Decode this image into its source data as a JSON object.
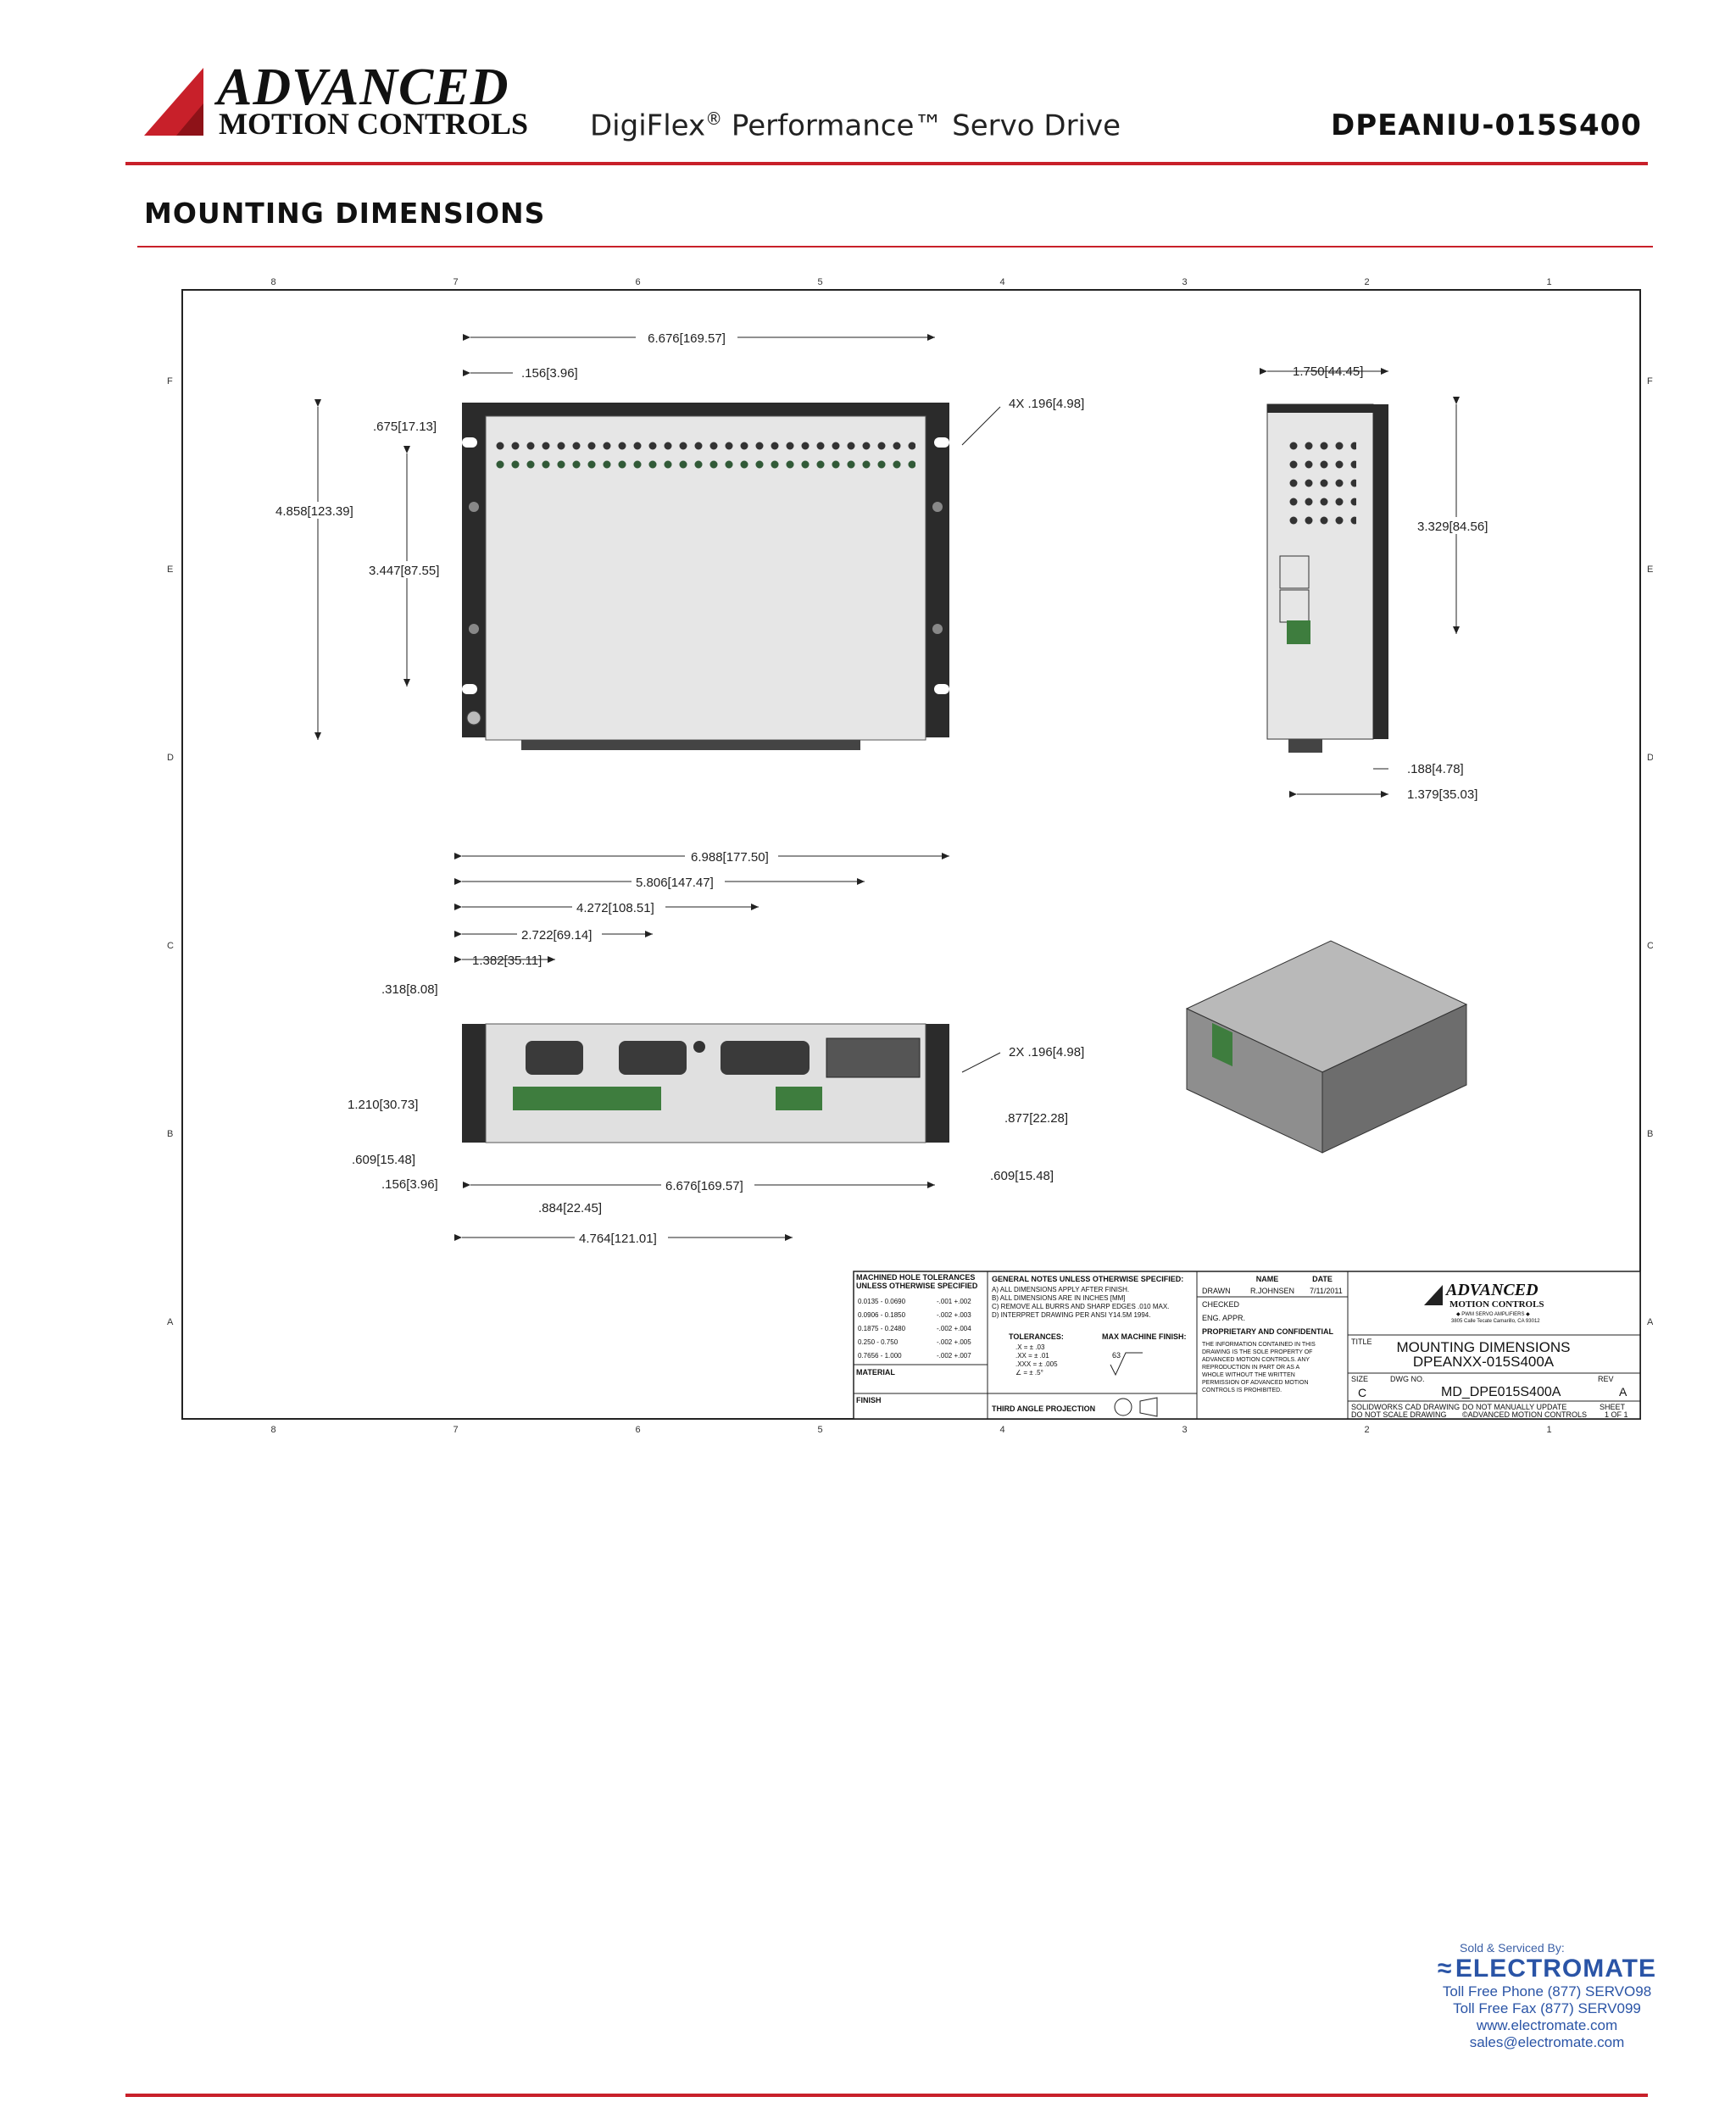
{
  "header": {
    "logo_line1": "ADVANCED",
    "logo_line2": "MOTION CONTROLS",
    "product_name": "DigiFlex",
    "product_reg": "®",
    "product_rest": " Performance™ Servo Drive",
    "part_number": "DPEANIU-015S400"
  },
  "section_title": "MOUNTING DIMENSIONS",
  "drawing": {
    "border_cols": [
      "8",
      "7",
      "6",
      "5",
      "4",
      "3",
      "2",
      "1"
    ],
    "border_rows": [
      "F",
      "E",
      "D",
      "C",
      "B",
      "A"
    ],
    "top_view": {
      "dim_width": "6.676[169.57]",
      "dim_slot_offset": ".156[3.96]",
      "dim_slot": "4X .196[4.98]",
      "dim_top_offset": ".675[17.13]",
      "dim_height": "4.858[123.39]",
      "dim_slot_spacing": "3.447[87.55]"
    },
    "side_view": {
      "dim_depth": "1.750[44.45]",
      "dim_height": "3.329[84.56]",
      "dim_flange": ".188[4.78]",
      "dim_base": "1.379[35.03]"
    },
    "front_view": {
      "dim_total": "6.988[177.50]",
      "dim_a": "5.806[147.47]",
      "dim_b": "4.272[108.51]",
      "dim_c": "2.722[69.14]",
      "dim_d": "1.382[35.11]",
      "dim_e": ".318[8.08]",
      "dim_slot": "2X .196[4.98]",
      "dim_f": "1.210[30.73]",
      "dim_g": ".877[22.28]",
      "dim_h": ".609[15.48]",
      "dim_i": ".156[3.96]",
      "dim_j": "6.676[169.57]",
      "dim_k": ".884[22.45]",
      "dim_l": ".609[15.48]",
      "dim_m": "4.764[121.01]"
    },
    "title_block": {
      "tol_header1": "MACHINED HOLE TOLERANCES",
      "tol_header2": "UNLESS OTHERWISE SPECIFIED",
      "tol_rows": [
        [
          "0.0135 - 0.0690",
          "-.001 +.002"
        ],
        [
          "0.0906 - 0.1850",
          "-.002 +.003"
        ],
        [
          "0.1875 - 0.2480",
          "-.002 +.004"
        ],
        [
          "0.250 - 0.750",
          "-.002 +.005"
        ],
        [
          "0.7656 - 1.000",
          "-.002 +.007"
        ]
      ],
      "material": "MATERIAL",
      "finish": "FINISH",
      "notes_header": "GENERAL NOTES UNLESS OTHERWISE SPECIFIED:",
      "notes": [
        "A) ALL DIMENSIONS APPLY AFTER FINISH.",
        "B) ALL DIMENSIONS ARE IN INCHES [MM]",
        "C) REMOVE ALL BURRS AND SHARP EDGES .010 MAX.",
        "D) INTERPRET DRAWING PER ANSI Y14.5M 1994."
      ],
      "tolerances_label": "TOLERANCES:",
      "tolerances": [
        ".X = ± .03",
        ".XX = ± .01",
        ".XXX = ± .005",
        "∠ = ± .5°"
      ],
      "finish_label": "MAX MACHINE FINISH:",
      "finish_value": "63",
      "projection": "THIRD ANGLE PROJECTION",
      "name_header": "NAME",
      "date_header": "DATE",
      "drawn_label": "DRAWN",
      "drawn_name": "R.JOHNSEN",
      "drawn_date": "7/11/2011",
      "checked_label": "CHECKED",
      "eng_label": "ENG. APPR.",
      "proprietary": "PROPRIETARY AND CONFIDENTIAL",
      "proprietary_text": [
        "THE INFORMATION CONTAINED IN THIS",
        "DRAWING IS THE SOLE PROPERTY OF",
        "ADVANCED MOTION CONTROLS. ANY",
        "REPRODUCTION IN PART OR AS A",
        "WHOLE WITHOUT THE WRITTEN",
        "PERMISSION OF ADVANCED MOTION",
        "CONTROLS IS PROHIBITED."
      ],
      "logo_line1": "ADVANCED",
      "logo_line2": "MOTION CONTROLS",
      "logo_sub1": "◆ PWM SERVO AMPLIFIERS ◆",
      "logo_sub2": "3805 Calle Tecate Camarillo, CA 93012",
      "title_label": "TITLE",
      "title_line1": "MOUNTING DIMENSIONS",
      "title_line2": "DPEANXX-015S400A",
      "size_label": "SIZE",
      "size_value": "C",
      "dwg_label": "DWG NO.",
      "dwg_value": "MD_DPE015S400A",
      "rev_label": "REV",
      "rev_value": "A",
      "sw_line1": "SOLIDWORKS CAD DRAWING",
      "sw_line2": "DO NOT SCALE DRAWING",
      "update_line1": "DO NOT MANUALLY UPDATE",
      "update_line2": "©ADVANCED MOTION CONTROLS",
      "sheet_label": "SHEET",
      "sheet_value": "1 OF 1"
    }
  },
  "footer": {
    "sold": "Sold & Serviced By:",
    "brand": "ELECTROMATE",
    "phone": "Toll Free Phone (877) SERVO98",
    "fax": "Toll Free Fax (877) SERV099",
    "web": "www.electromate.com",
    "email": "sales@electromate.com"
  },
  "colors": {
    "accent_red": "#c8202a",
    "electromate_blue": "#2a54a6",
    "chassis": "#2b2b2b",
    "plate": "#e6e6e6",
    "connector_green": "#3e7d3e"
  }
}
